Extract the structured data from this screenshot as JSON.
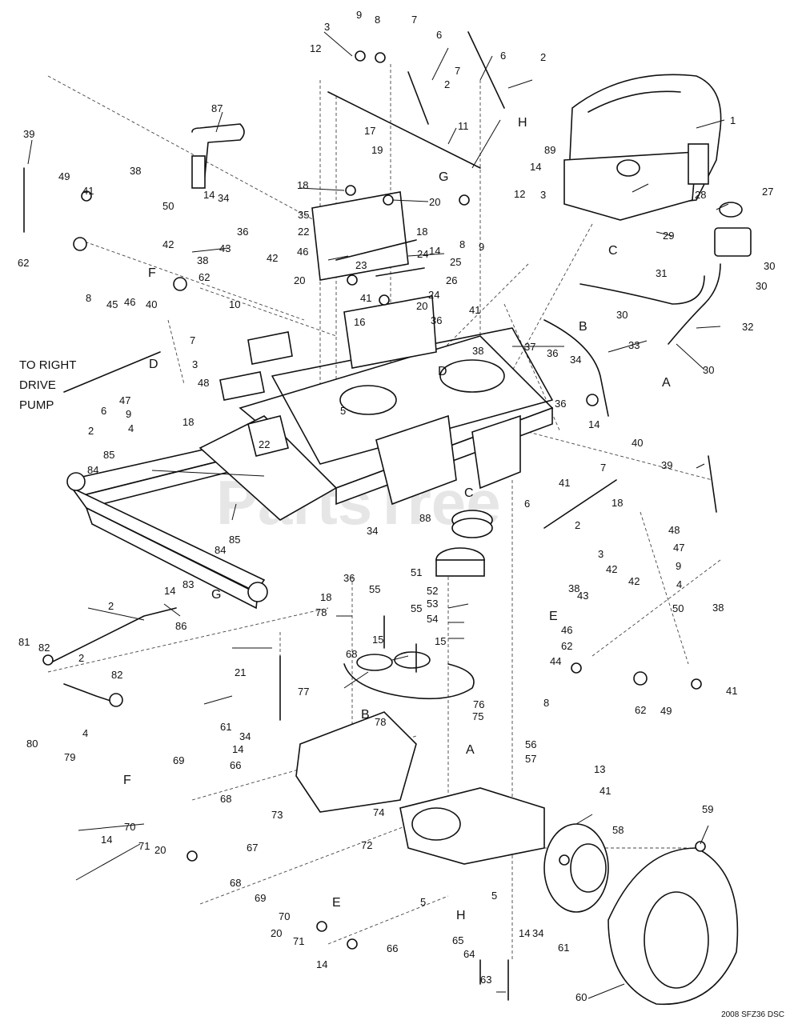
{
  "title_code": "2008 SFZ36 DSC",
  "watermark": "PartsTree",
  "side_note": [
    "TO RIGHT",
    "DRIVE",
    "PUMP"
  ],
  "connector_letters": [
    "A",
    "B",
    "C",
    "D",
    "E",
    "F",
    "G",
    "H"
  ],
  "callouts": [
    "1",
    "2",
    "3",
    "4",
    "5",
    "6",
    "7",
    "8",
    "9",
    "10",
    "11",
    "12",
    "13",
    "14",
    "15",
    "16",
    "17",
    "18",
    "19",
    "20",
    "21",
    "22",
    "23",
    "24",
    "25",
    "26",
    "27",
    "28",
    "29",
    "30",
    "31",
    "32",
    "33",
    "34",
    "35",
    "36",
    "37",
    "38",
    "39",
    "40",
    "41",
    "42",
    "43",
    "44",
    "45",
    "46",
    "47",
    "48",
    "49",
    "50",
    "51",
    "52",
    "53",
    "54",
    "55",
    "56",
    "57",
    "58",
    "59",
    "60",
    "61",
    "62",
    "63",
    "64",
    "65",
    "66",
    "67",
    "68",
    "69",
    "70",
    "71",
    "72",
    "73",
    "74",
    "75",
    "76",
    "77",
    "78",
    "79",
    "80",
    "81",
    "82",
    "83",
    "84",
    "85",
    "86",
    "87",
    "88",
    "89"
  ]
}
